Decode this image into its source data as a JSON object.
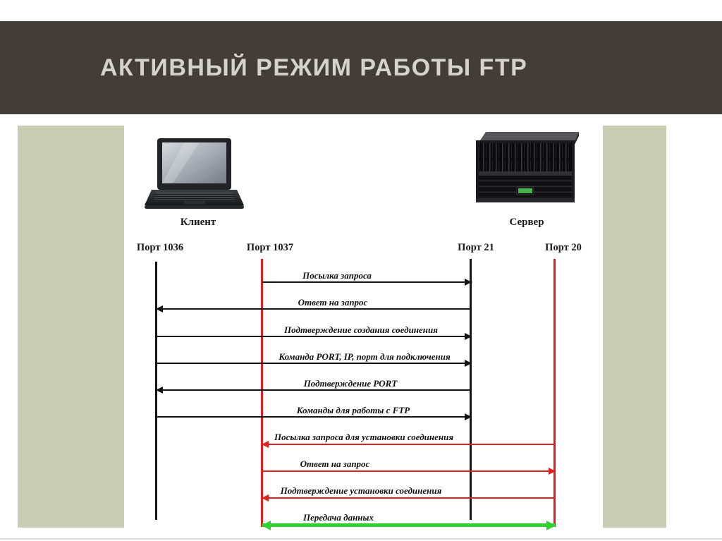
{
  "slide": {
    "title": "АКТИВНЫЙ РЕЖИМ РАБОТЫ FTP"
  },
  "colors": {
    "header_background": "#423d37",
    "title_text": "#d6d3cf",
    "accent_bar": "#c9cdb3",
    "control_connection_line": "#141414",
    "data_connection_line": "#e31e1e",
    "data_transfer_line": "#2fd32f"
  },
  "diagram": {
    "client": {
      "label": "Клиент"
    },
    "server": {
      "label": "Сервер"
    },
    "ports": [
      {
        "id": "port-1036",
        "label": "Порт 1036",
        "line_color": "#141414"
      },
      {
        "id": "port-1037",
        "label": "Порт 1037",
        "line_color": "#e31e1e"
      },
      {
        "id": "port-21",
        "label": "Порт 21",
        "line_color": "#141414"
      },
      {
        "id": "port-20",
        "label": "Порт 20",
        "line_color": "#e31e1e"
      }
    ],
    "messages": [
      {
        "label": "Посылка запроса",
        "from": "Порт 1037",
        "to": "Порт 21",
        "color": "black",
        "direction": "right"
      },
      {
        "label": "Ответ на запрос",
        "from": "Порт 21",
        "to": "Порт 1036",
        "color": "black",
        "direction": "left"
      },
      {
        "label": "Подтверждение создания соединения",
        "from": "Порт 1036",
        "to": "Порт 21",
        "color": "black",
        "direction": "right"
      },
      {
        "label": "Команда PORT, IP, порт для подключения",
        "from": "Порт 1036",
        "to": "Порт 21",
        "color": "black",
        "direction": "right"
      },
      {
        "label": "Подтверждение PORT",
        "from": "Порт 21",
        "to": "Порт 1036",
        "color": "black",
        "direction": "left"
      },
      {
        "label": "Команды для работы с FTP",
        "from": "Порт 1036",
        "to": "Порт 21",
        "color": "black",
        "direction": "right"
      },
      {
        "label": "Посылка запроса для установки соединения",
        "from": "Порт 20",
        "to": "Порт 1037",
        "color": "red",
        "direction": "left"
      },
      {
        "label": "Ответ на запрос",
        "from": "Порт 1037",
        "to": "Порт 20",
        "color": "red",
        "direction": "right"
      },
      {
        "label": "Подтверждение установки соединения",
        "from": "Порт 20",
        "to": "Порт 1037",
        "color": "red",
        "direction": "left"
      },
      {
        "label": "Передача данных",
        "from": "Порт 1037",
        "to": "Порт 20",
        "color": "green",
        "direction": "both"
      }
    ]
  }
}
